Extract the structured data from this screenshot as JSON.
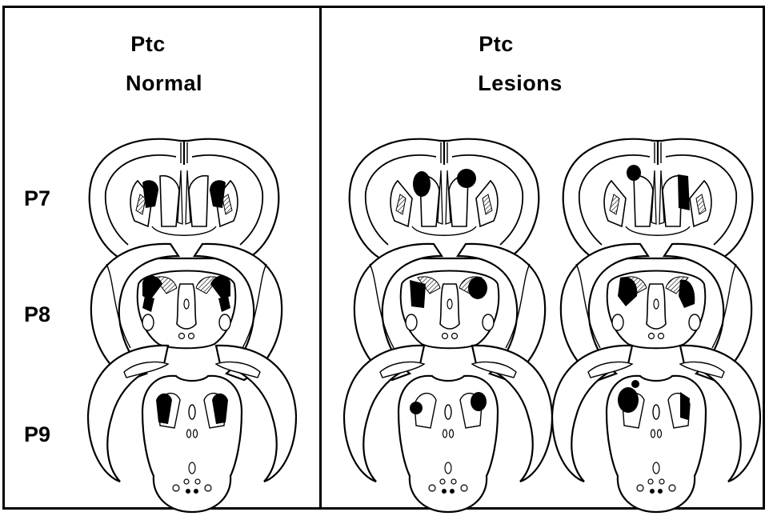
{
  "panels": {
    "normal": {
      "line1": "Ptc",
      "line2": "Normal"
    },
    "lesions": {
      "line1": "Ptc",
      "line2": "Lesions"
    }
  },
  "rows": [
    {
      "label": "P7"
    },
    {
      "label": "P8"
    },
    {
      "label": "P9"
    }
  ],
  "colors": {
    "ink": "#000000",
    "paper": "#ffffff"
  }
}
